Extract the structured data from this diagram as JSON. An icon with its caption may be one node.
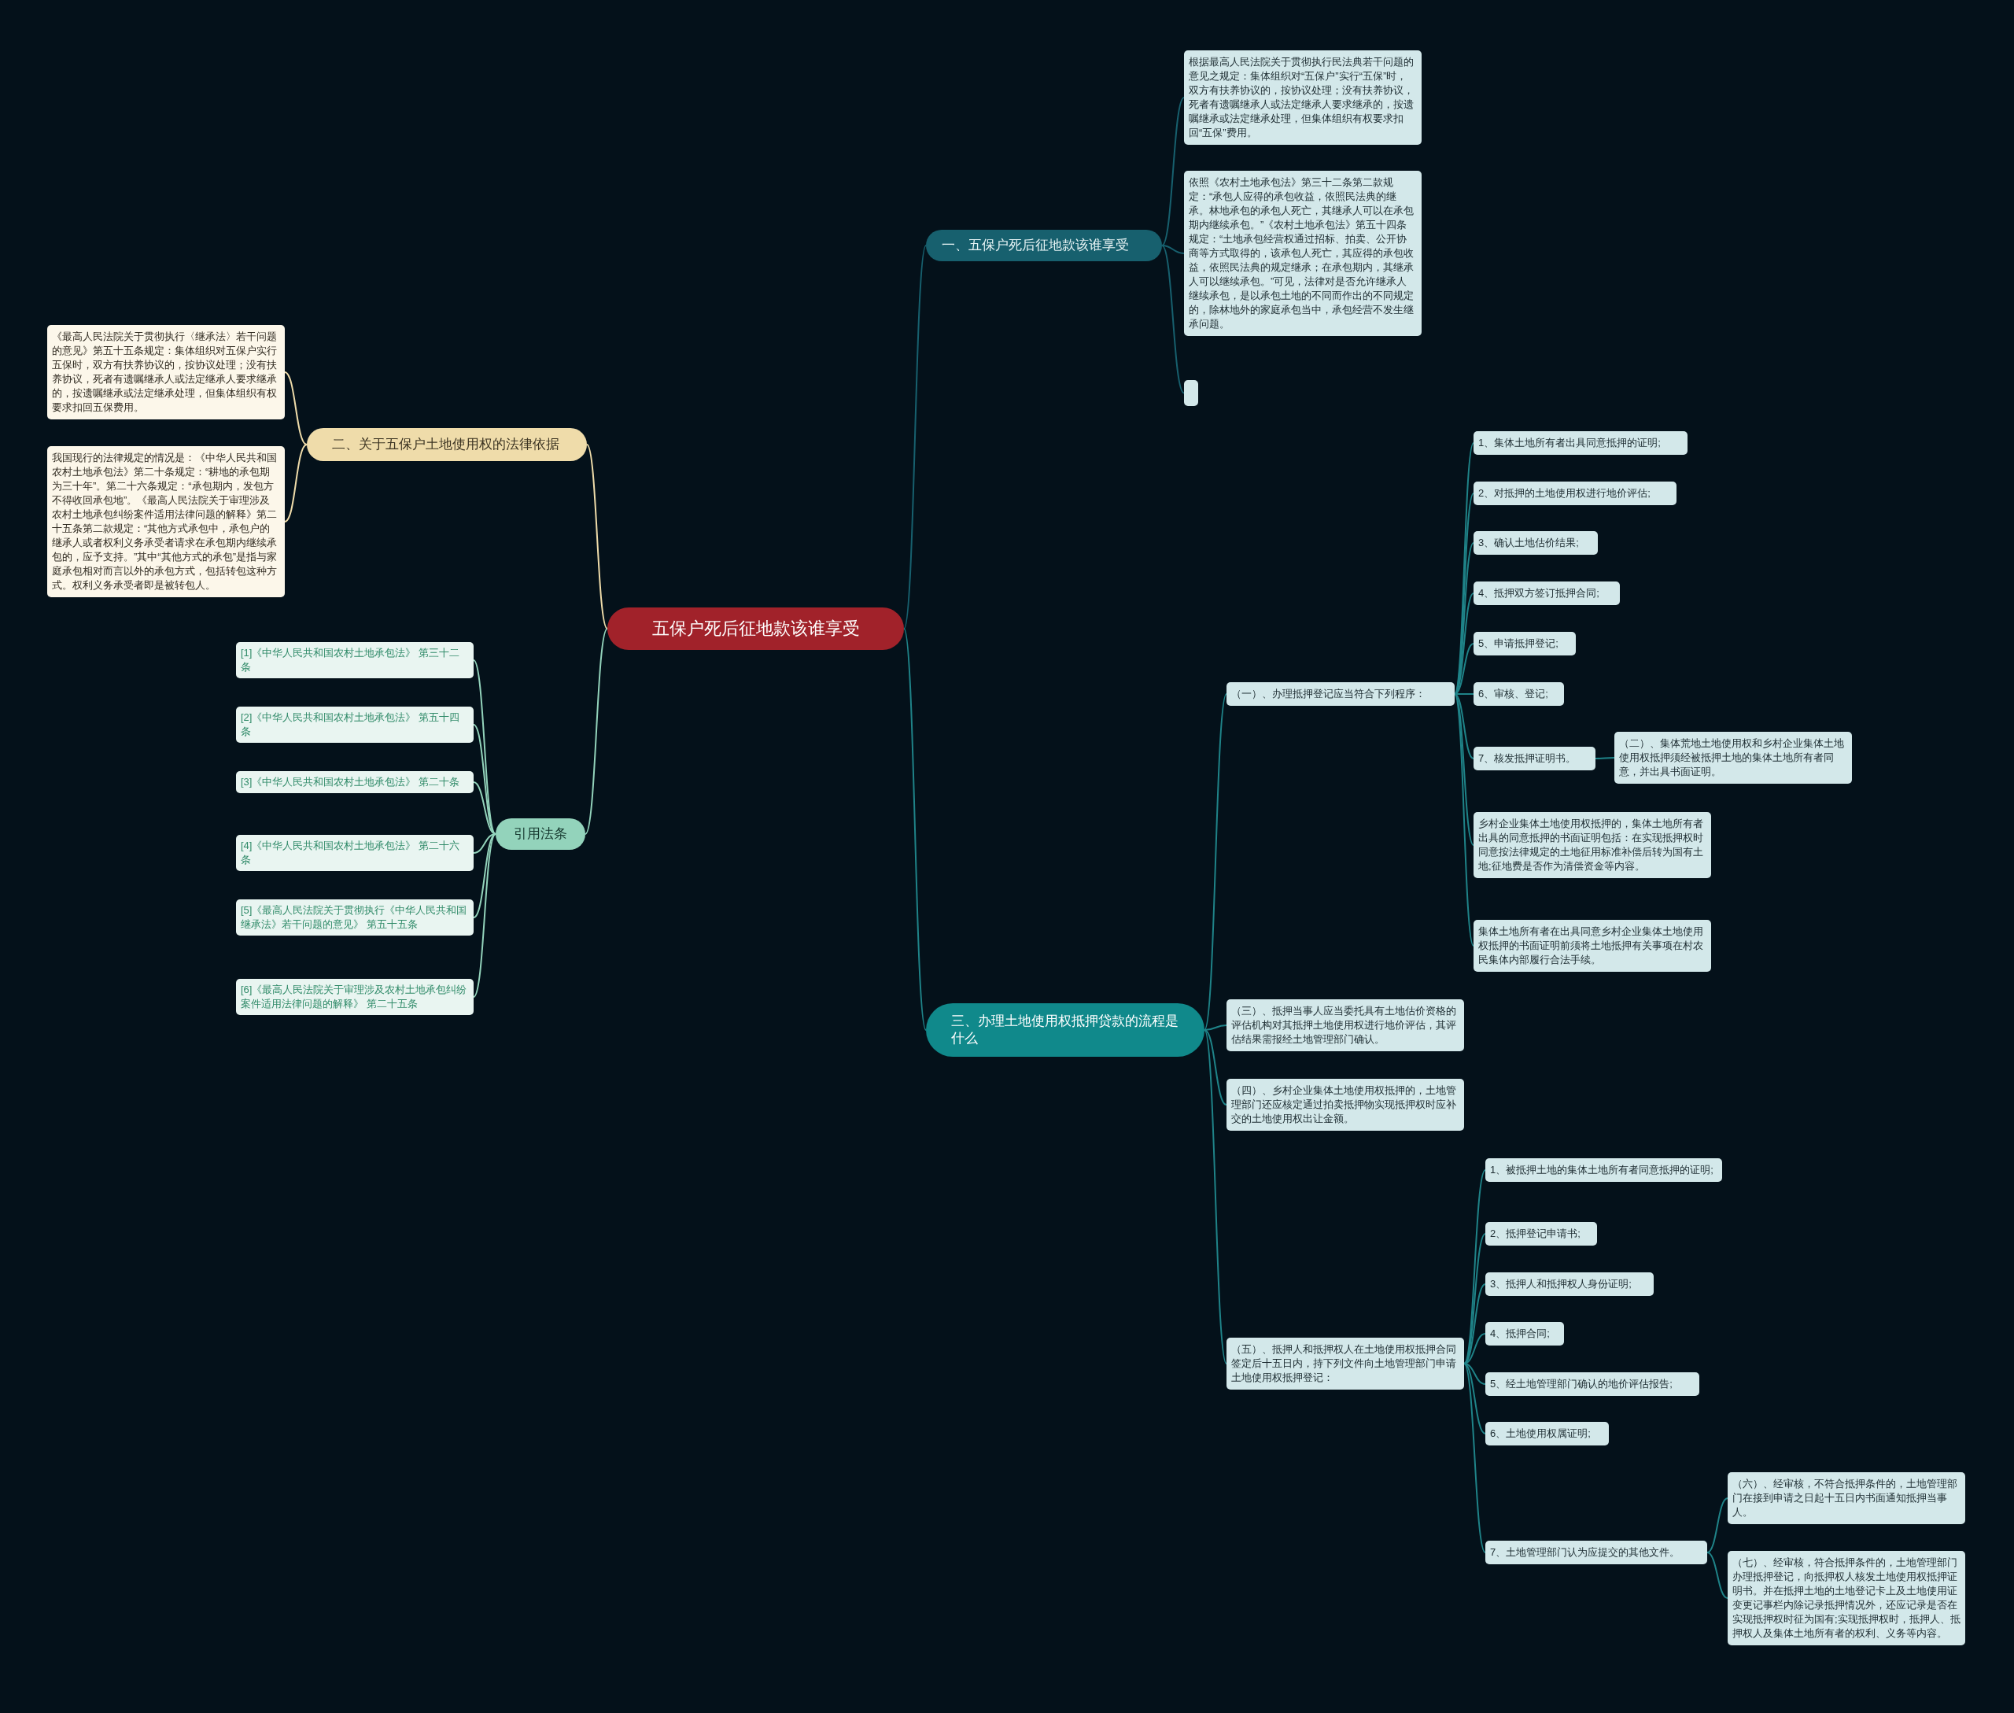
{
  "diagram": {
    "nodes": [
      {
        "text": [
          "五保户死后征地款该谁享受"
        ]
      },
      {
        "text": [
          "一、五保户死后征地款该谁享受"
        ]
      },
      {
        "text": [
          "根据最高人民法院关于贯彻执行民法典若干问题的意见之规定：集体组织对“五保户”实行“五保”时，双方有扶养协议的，按协议处理；没有扶养协议，死者有遗嘱继承人或法定继承人要求继承的，按遗嘱继承或法定继承处理，但集体组织有权要求扣回“五保”费用。"
        ]
      },
      {
        "text": [
          "依照《农村土地承包法》第三十二条第二款规定：“承包人应得的承包收益，依照民法典的继承。林地承包的承包人死亡，其继承人可以在承包期内继续承包。”《农村土地承包法》第五十四条规定：“土地承包经营权通过招标、拍卖、公开协商等方式取得的，该承包人死亡，其应得的承包收益，依照民法典的规定继承；在承包期内，其继承人可以继续承包。”可见，法律对是否允许继承人继续承包，是以承包土地的不同而作出的不同规定的，除林地外的家庭承包当中，承包经营不发生继承问题。"
        ]
      },
      {
        "text": [],
        "shape": "box"
      },
      {
        "text": [
          "二、关于五保户土地使用权的法律依据"
        ]
      },
      {
        "text": [
          "《最高人民法院关于贯彻执行〈继承法〉若干问题的意见》第五十五条规定：集体组织对五保户实行五保时，双方有扶养协议的，按协议处理；没有扶养协议，死者有遗嘱继承人或法定继承人要求继承的，按遗嘱继承或法定继承处理，但集体组织有权要求扣回五保费用。"
        ]
      },
      {
        "text": [
          "我国现行的法律规定的情况是：《中华人民共和国农村土地承包法》第二十条规定：“耕地的承包期为三十年”。第二十六条规定：“承包期内，发包方不得收回承包地”。《最高人民法院关于审理涉及农村土地承包纠纷案件适用法律问题的解释》第二十五条第二款规定：“其他方式承包中，承包户的继承人或者权利义务承受者请求在承包期内继续承包的，应予支持。”其中“其他方式的承包”是指与家庭承包相对而言以外的承包方式，包括转包这种方式。权利义务承受者即是被转包人。"
        ]
      },
      {
        "text": [
          "引用法条"
        ]
      },
      {
        "text": [
          "[1]《中华人民共和国农村土地承包法》 第三十二条"
        ]
      },
      {
        "text": [
          "[2]《中华人民共和国农村土地承包法》 第五十四条"
        ]
      },
      {
        "text": [
          "[3]《中华人民共和国农村土地承包法》 第二十条"
        ]
      },
      {
        "text": [
          "[4]《中华人民共和国农村土地承包法》 第二十六条"
        ]
      },
      {
        "text": [
          "[5]《最高人民法院关于贯彻执行《中华人民共和国继承法》若干问题的意见》 第五十五条"
        ]
      },
      {
        "text": [
          "[6]《最高人民法院关于审理涉及农村土地承包纠纷案件适用法律问题的解释》 第二十五条"
        ]
      },
      {
        "text": [
          "三、办理土地使用权抵押贷款的流程是什么"
        ]
      },
      {
        "text": [
          "（一）、办理抵押登记应当符合下列程序："
        ]
      },
      {
        "text": [
          "1、集体土地所有者出具同意抵押的证明;"
        ]
      },
      {
        "text": [
          "2、对抵押的土地使用权进行地价评估;"
        ]
      },
      {
        "text": [
          "3、确认土地估价结果;"
        ]
      },
      {
        "text": [
          "4、抵押双方签订抵押合同;"
        ]
      },
      {
        "text": [
          "5、申请抵押登记;"
        ]
      },
      {
        "text": [
          "6、审核、登记;"
        ]
      },
      {
        "text": [
          "7、核发抵押证明书。"
        ]
      },
      {
        "text": [
          "（二）、集体荒地土地使用权和乡村企业集体土地使用权抵押须经被抵押土地的集体土地所有者同意，并出具书面证明。"
        ]
      },
      {
        "text": [
          "乡村企业集体土地使用权抵押的，集体土地所有者出具的同意抵押的书面证明包括：在实现抵押权时同意按法律规定的土地征用标准补偿后转为国有土地;征地费是否作为清偿资金等内容。"
        ]
      },
      {
        "text": [
          "集体土地所有者在出具同意乡村企业集体土地使用权抵押的书面证明前须将土地抵押有关事项在村农民集体内部履行合法手续。"
        ]
      },
      {
        "text": [
          "（三）、抵押当事人应当委托具有土地估价资格的评估机构对其抵押土地使用权进行地价评估，其评估结果需报经土地管理部门确认。"
        ]
      },
      {
        "text": [
          "（四）、乡村企业集体土地使用权抵押的，土地管理部门还应核定通过拍卖抵押物实现抵押权时应补交的土地使用权出让金额。"
        ]
      },
      {
        "text": [
          "（五）、抵押人和抵押权人在土地使用权抵押合同签定后十五日内，持下列文件向土地管理部门申请土地使用权抵押登记："
        ]
      },
      {
        "text": [
          "1、被抵押土地的集体土地所有者同意抵押的证明;"
        ]
      },
      {
        "text": [
          "2、抵押登记申请书;"
        ]
      },
      {
        "text": [
          "3、抵押人和抵押权人身份证明;"
        ]
      },
      {
        "text": [
          "4、抵押合同;"
        ]
      },
      {
        "text": [
          "5、经土地管理部门确认的地价评估报告;"
        ]
      },
      {
        "text": [
          "6、土地使用权属证明;"
        ]
      },
      {
        "text": [
          "7、土地管理部门认为应提交的其他文件。"
        ]
      },
      {
        "text": [
          "（六）、经审核，不符合抵押条件的，土地管理部门在接到申请之日起十五日内书面通知抵押当事人。"
        ]
      },
      {
        "text": [
          "（七）、经审核，符合抵押条件的，土地管理部门办理抵押登记，向抵押权人核发土地使用权抵押证明书。并在抵押土地的土地登记卡上及土地使用证变更记事栏内除记录抵押情况外，还应记录是否在实现抵押权时征为国有;实现抵押权时，抵押人、抵押权人及集体土地所有者的权利、义务等内容。"
        ]
      }
    ],
    "edges": [
      {
        "from": 0,
        "to": 1,
        "arrow": "none",
        "color": "#17606e"
      },
      {
        "from": 1,
        "to": 2,
        "arrow": "none",
        "color": "#17606e"
      },
      {
        "from": 1,
        "to": 3,
        "arrow": "none",
        "color": "#17606e"
      },
      {
        "from": 1,
        "to": 4,
        "arrow": "none",
        "color": "#17606e"
      },
      {
        "from": 0,
        "to": 5,
        "arrow": "none",
        "color": "#efdcaa"
      },
      {
        "from": 5,
        "to": 6,
        "arrow": "none",
        "color": "#efdcaa"
      },
      {
        "from": 5,
        "to": 7,
        "arrow": "none",
        "color": "#efdcaa"
      },
      {
        "from": 0,
        "to": 8,
        "arrow": "none",
        "color": "#93d3bb"
      },
      {
        "from": 8,
        "to": 9,
        "arrow": "none",
        "color": "#93d3bb"
      },
      {
        "from": 8,
        "to": 10,
        "arrow": "none",
        "color": "#93d3bb"
      },
      {
        "from": 8,
        "to": 11,
        "arrow": "none",
        "color": "#93d3bb"
      },
      {
        "from": 8,
        "to": 12,
        "arrow": "none",
        "color": "#93d3bb"
      },
      {
        "from": 8,
        "to": 13,
        "arrow": "none",
        "color": "#93d3bb"
      },
      {
        "from": 8,
        "to": 14,
        "arrow": "none",
        "color": "#93d3bb"
      },
      {
        "from": 0,
        "to": 15,
        "arrow": "none"
      },
      {
        "from": 15,
        "to": 16,
        "arrow": "none"
      },
      {
        "from": 16,
        "to": 17,
        "arrow": "none"
      },
      {
        "from": 16,
        "to": 18,
        "arrow": "none"
      },
      {
        "from": 16,
        "to": 19,
        "arrow": "none"
      },
      {
        "from": 16,
        "to": 20,
        "arrow": "none"
      },
      {
        "from": 16,
        "to": 21,
        "arrow": "none"
      },
      {
        "from": 16,
        "to": 22,
        "arrow": "none"
      },
      {
        "from": 16,
        "to": 23,
        "arrow": "none"
      },
      {
        "from": 23,
        "to": 24,
        "arrow": "none"
      },
      {
        "from": 16,
        "to": 25,
        "arrow": "none"
      },
      {
        "from": 16,
        "to": 26,
        "arrow": "none"
      },
      {
        "from": 15,
        "to": 27,
        "arrow": "none"
      },
      {
        "from": 15,
        "to": 28,
        "arrow": "none"
      },
      {
        "from": 15,
        "to": 29,
        "arrow": "none"
      },
      {
        "from": 29,
        "to": 30,
        "arrow": "none"
      },
      {
        "from": 29,
        "to": 31,
        "arrow": "none"
      },
      {
        "from": 29,
        "to": 32,
        "arrow": "none"
      },
      {
        "from": 29,
        "to": 33,
        "arrow": "none"
      },
      {
        "from": 29,
        "to": 34,
        "arrow": "none"
      },
      {
        "from": 29,
        "to": 35,
        "arrow": "none"
      },
      {
        "from": 29,
        "to": 36,
        "arrow": "none"
      },
      {
        "from": 36,
        "to": 37,
        "arrow": "none"
      },
      {
        "from": 36,
        "to": 38,
        "arrow": "none"
      }
    ]
  }
}
